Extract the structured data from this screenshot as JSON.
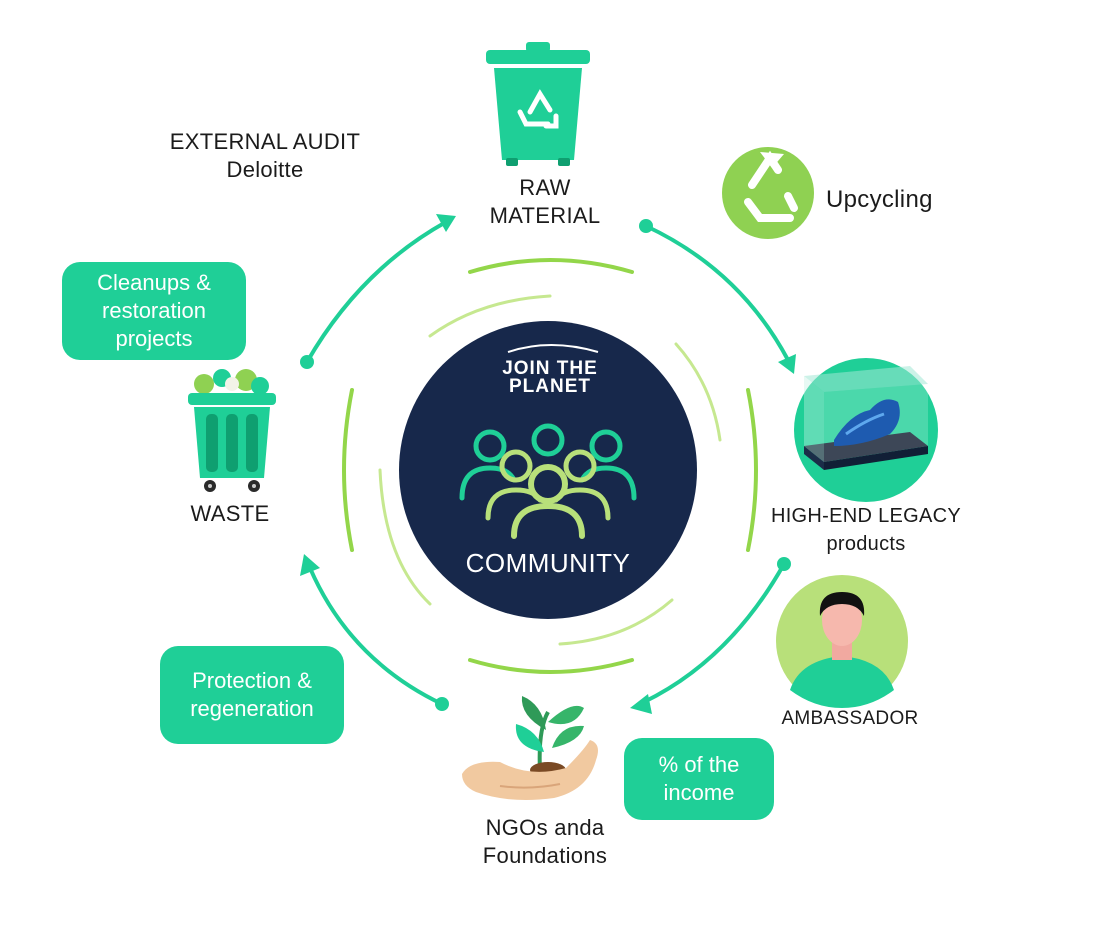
{
  "center": {
    "brand_line1": "JOIN THE",
    "brand_line2": "PLANET",
    "title": "COMMUNITY"
  },
  "nodes": {
    "raw_material": "RAW\nMATERIAL",
    "waste": "WASTE",
    "high_end": "HIGH-END LEGACY\nproducts",
    "ngos": "NGOs anda\nFoundations",
    "ambassador": "AMBASSADOR",
    "upcycling": "Upcycling",
    "external_audit": "EXTERNAL AUDIT\nDeloitte"
  },
  "pills": {
    "cleanups": "Cleanups &\nrestoration\nprojects",
    "protection": "Protection &\nregeneration",
    "income": "% of the\nincome"
  },
  "colors": {
    "accent": "#1fcf97",
    "light_green": "#b8e07a",
    "navy": "#17284b",
    "text": "#1b1b1b"
  },
  "icons": [
    "recycle-bin-icon",
    "recycle-icon",
    "display-case-icon",
    "ambassador-avatar-icon",
    "plant-hand-icon",
    "waste-bin-icon",
    "community-people-icon"
  ]
}
